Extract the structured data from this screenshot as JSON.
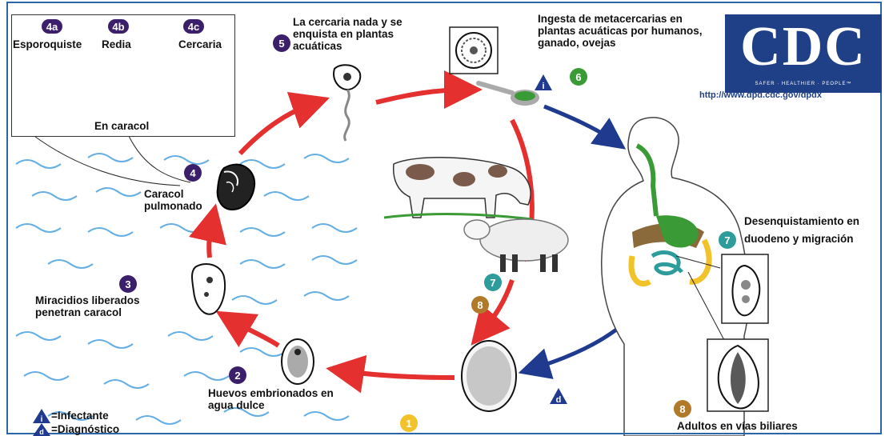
{
  "labels": {
    "esporoquiste": "Esporoquiste",
    "redia": "Redia",
    "cercaria": "Cercaria",
    "en_caracol": "En caracol",
    "step5_text": "La cercaria nada y se enquista en plantas acuáticas",
    "step6_text": "Ingesta de metacercarias en plantas acuáticas por humanos, ganado, ovejas",
    "step4_text": "Caracol pulmonado",
    "step3_text": "Miracidios liberados penetran caracol",
    "step2_text": "Huevos embrionados en agua dulce",
    "step7_text": "Desenquistamiento en duodeno y migración",
    "step8_text": "Adultos en vías biliares",
    "legend_infectante": "=Infectante",
    "legend_diagnostico": "=Diagnóstico",
    "cdc_letters": "CDC",
    "cdc_tagline": "SAFER · HEALTHIER · PEOPLE™",
    "cdc_url": "http://www.dpd.cdc.gov/dpdx"
  },
  "badges": {
    "b4a": "4a",
    "b4b": "4b",
    "b4c": "4c",
    "b5": "5",
    "b6": "6",
    "b4": "4",
    "b3": "3",
    "b2": "2",
    "b1": "1",
    "b7_animal": "7",
    "b8_animal": "8",
    "b7_human": "7",
    "b8_human": "8",
    "tri_i": "i",
    "tri_d": "d",
    "legend_i": "i",
    "legend_d": "d"
  },
  "colors": {
    "purple_badge": "#3b1f6b",
    "green_badge": "#3a9a35",
    "teal_badge": "#2e9c9a",
    "brown_badge": "#b07a2a",
    "yellow_badge": "#f2c22a",
    "cycle_red": "#e53030",
    "cycle_blue": "#1f3a8f",
    "water_blue": "#4aa0e0",
    "cdc_blue": "#1f3f87"
  }
}
